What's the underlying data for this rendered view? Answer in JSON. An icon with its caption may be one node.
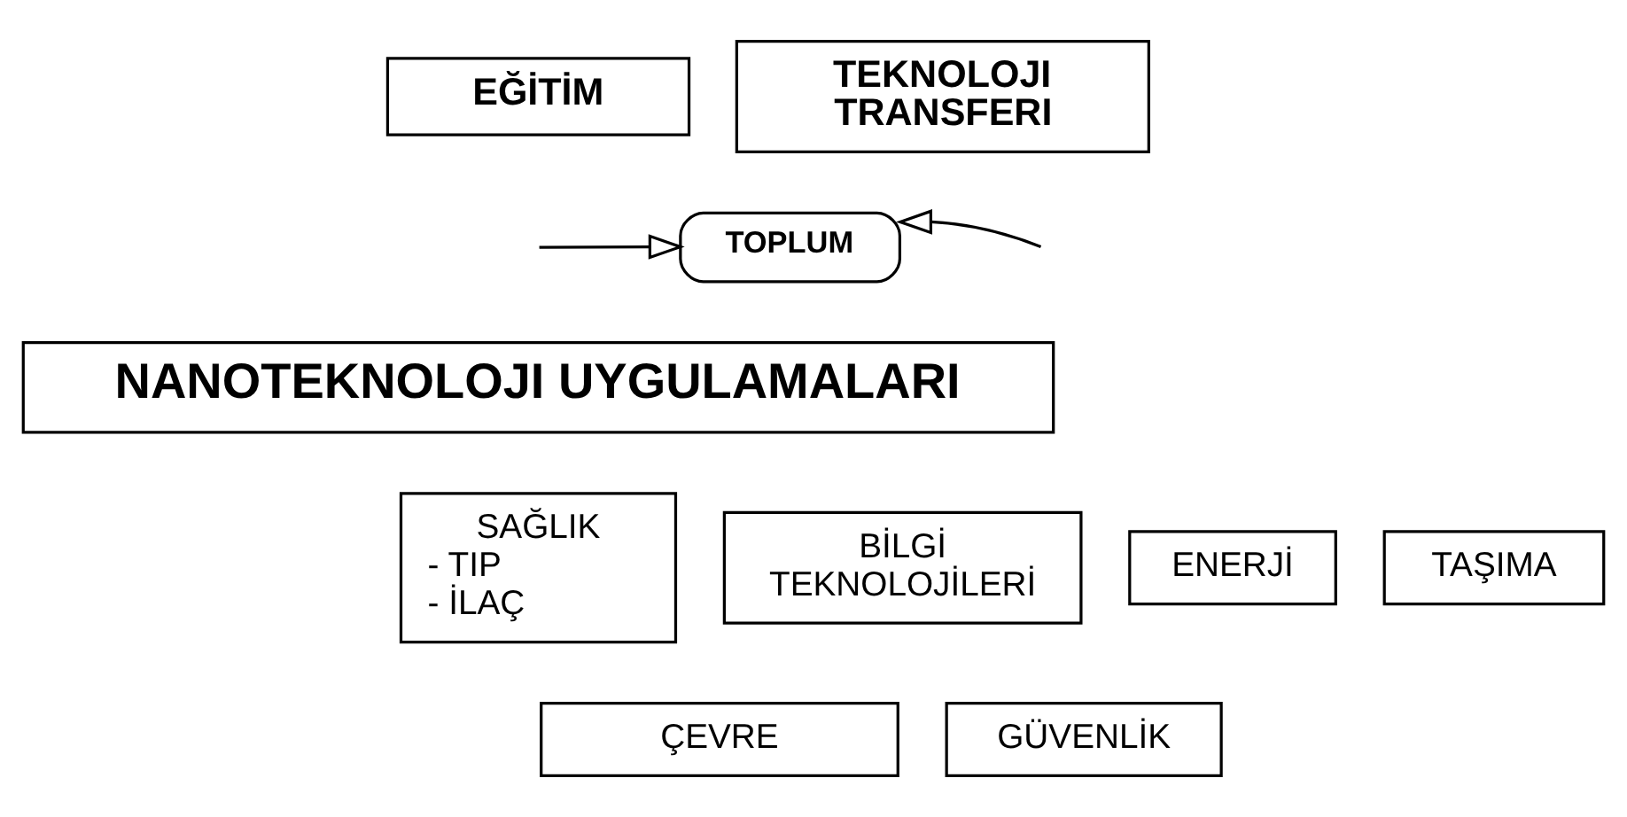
{
  "diagram": {
    "nodes": [
      {
        "text": [
          "EĞİTİM"
        ]
      },
      {
        "text": [
          "TEKNOLOJI TRANSFERI"
        ]
      },
      {
        "text": [
          "TOPLUM"
        ]
      },
      {
        "text": [
          "NANOTEKNOLOJI UYGULAMALARI"
        ]
      },
      {
        "text": [
          "SAĞLIK",
          "- TIP",
          "- İLAÇ"
        ]
      },
      {
        "text": [
          "BİLGİ TEKNOLOJİLERİ"
        ]
      },
      {
        "text": [
          "ENERJİ"
        ]
      },
      {
        "text": [
          "TAŞIMA"
        ]
      },
      {
        "text": [
          "ÇEVRE"
        ]
      },
      {
        "text": [
          "GÜVENLİK"
        ]
      }
    ],
    "edges": [
      {
        "from": null,
        "to": 2,
        "arrow": "to"
      },
      {
        "from": null,
        "to": 2,
        "arrow": "to"
      }
    ]
  }
}
